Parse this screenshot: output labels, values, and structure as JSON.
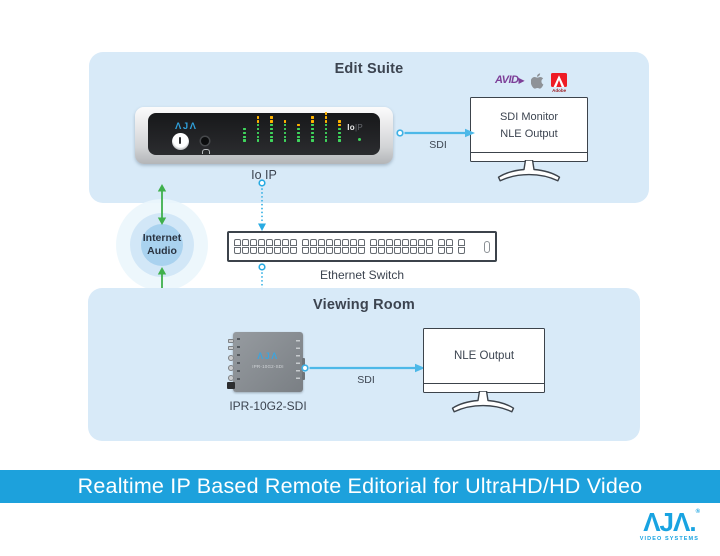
{
  "colors": {
    "room_blue": "#d8eaf8",
    "banner_blue": "#1da1dc",
    "arrow_blue": "#4cb8e8",
    "dotted_blue": "#29abe2",
    "green": "#3fb04c",
    "text_dark": "#3c4450",
    "brand_blue": "#18a3e1",
    "avid_purple": "#7d3f98",
    "adobe_red": "#ee1c25",
    "led_green": "#3fd65c",
    "led_amber": "#ffb400"
  },
  "edit_suite": {
    "title": "Edit Suite",
    "sdi_label": "SDI",
    "logos": {
      "avid": "AVID",
      "adobe_caption": "Adobe"
    },
    "io_device": {
      "brand": "ΛJΛ",
      "badge_io": "Io",
      "badge_p": "|P",
      "label": "Io IP",
      "meters": [
        [
          0,
          4
        ],
        [
          2,
          5
        ],
        [
          2,
          5
        ],
        [
          1,
          5
        ],
        [
          1,
          4
        ],
        [
          2,
          5
        ],
        [
          3,
          5
        ],
        [
          2,
          4
        ]
      ]
    },
    "monitor": {
      "line1": "SDI Monitor",
      "line2": "NLE Output"
    }
  },
  "internet_audio": {
    "line1": "Internet",
    "line2": "Audio"
  },
  "ethernet_switch": {
    "label": "Ethernet Switch",
    "port_groups": [
      8,
      8,
      8,
      2,
      1
    ]
  },
  "viewing_room": {
    "title": "Viewing Room",
    "sdi_label": "SDI",
    "ipr_device": {
      "brand": "ΛJΛ",
      "model": "IPR-10G2-SDI",
      "label": "IPR-10G2-SDI"
    },
    "monitor": {
      "line1": "NLE Output"
    }
  },
  "banner": {
    "text": "Realtime IP Based Remote Editorial for UltraHD/HD Video"
  },
  "footer": {
    "brand": "ΛJΛ.",
    "tagline": "VIDEO SYSTEMS"
  }
}
